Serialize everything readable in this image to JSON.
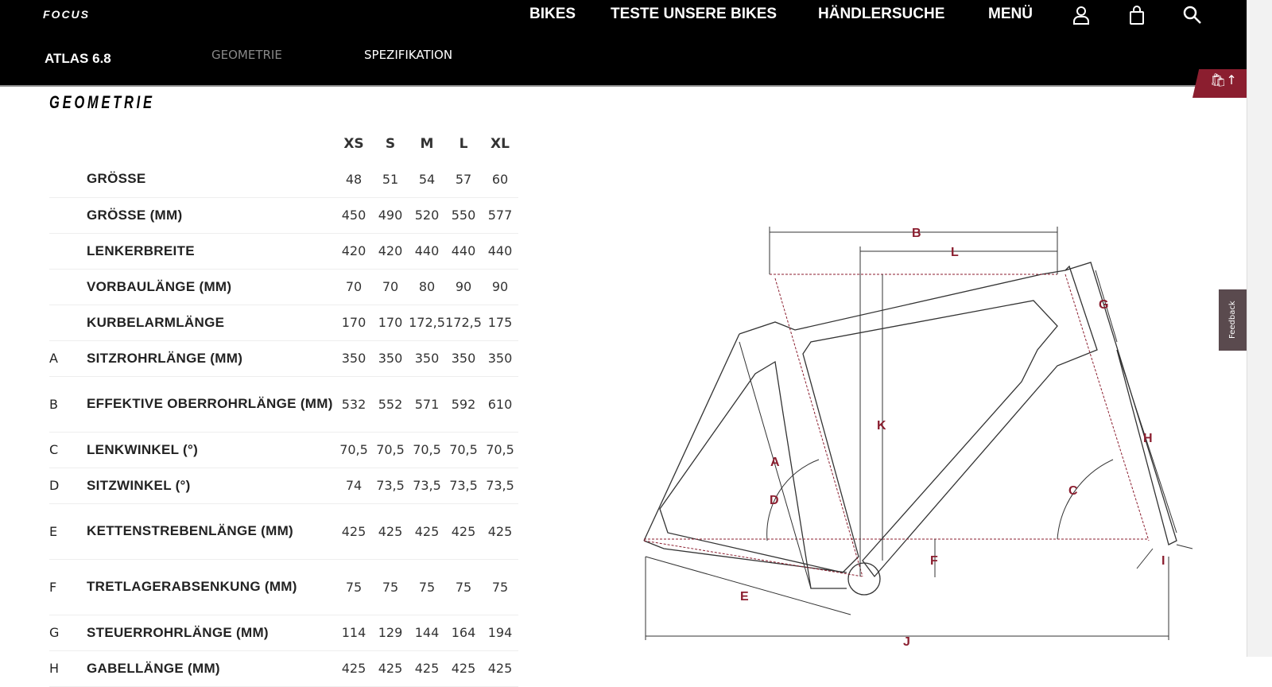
{
  "header": {
    "logo": "FOCUS",
    "nav": [
      "BIKES",
      "TESTE UNSERE BIKES",
      "HÄNDLERSUCHE",
      "MENÜ"
    ]
  },
  "subnav": {
    "model": "ATLAS 6.8",
    "tabs": [
      "GEOMETRIE",
      "SPEZIFIKATION"
    ]
  },
  "feedback": "Feedback",
  "section_title": "GEOMETRIE",
  "table": {
    "sizes": [
      "XS",
      "S",
      "M",
      "L",
      "XL"
    ],
    "rows": [
      {
        "letter": "",
        "label": "GRÖSSE",
        "values": [
          "48",
          "51",
          "54",
          "57",
          "60"
        ]
      },
      {
        "letter": "",
        "label": "GRÖSSE (MM)",
        "values": [
          "450",
          "490",
          "520",
          "550",
          "577"
        ]
      },
      {
        "letter": "",
        "label": "LENKERBREITE",
        "values": [
          "420",
          "420",
          "440",
          "440",
          "440"
        ]
      },
      {
        "letter": "",
        "label": "VORBAULÄNGE (MM)",
        "values": [
          "70",
          "70",
          "80",
          "90",
          "90"
        ]
      },
      {
        "letter": "",
        "label": "KURBELARMLÄNGE",
        "values": [
          "170",
          "170",
          "172,5",
          "172,5",
          "175"
        ]
      },
      {
        "letter": "A",
        "label": "SITZROHRLÄNGE (MM)",
        "values": [
          "350",
          "350",
          "350",
          "350",
          "350"
        ]
      },
      {
        "letter": "B",
        "label": "EFFEKTIVE OBERROHRLÄNGE (MM)",
        "values": [
          "532",
          "552",
          "571",
          "592",
          "610"
        ]
      },
      {
        "letter": "C",
        "label": "LENKWINKEL (°)",
        "values": [
          "70,5",
          "70,5",
          "70,5",
          "70,5",
          "70,5"
        ]
      },
      {
        "letter": "D",
        "label": "SITZWINKEL (°)",
        "values": [
          "74",
          "73,5",
          "73,5",
          "73,5",
          "73,5"
        ]
      },
      {
        "letter": "E",
        "label": "KETTENSTREBENLÄNGE (MM)",
        "values": [
          "425",
          "425",
          "425",
          "425",
          "425"
        ]
      },
      {
        "letter": "F",
        "label": "TRETLAGERABSENKUNG (MM)",
        "values": [
          "75",
          "75",
          "75",
          "75",
          "75"
        ]
      },
      {
        "letter": "G",
        "label": "STEUERROHRLÄNGE (MM)",
        "values": [
          "114",
          "129",
          "144",
          "164",
          "194"
        ]
      },
      {
        "letter": "H",
        "label": "GABELLÄNGE (MM)",
        "values": [
          "425",
          "425",
          "425",
          "425",
          "425"
        ]
      }
    ]
  },
  "diagram": {
    "labels": {
      "A": "A",
      "B": "B",
      "C": "C",
      "D": "D",
      "E": "E",
      "F": "F",
      "G": "G",
      "H": "H",
      "I": "I",
      "J": "J",
      "K": "K",
      "L": "L"
    }
  }
}
